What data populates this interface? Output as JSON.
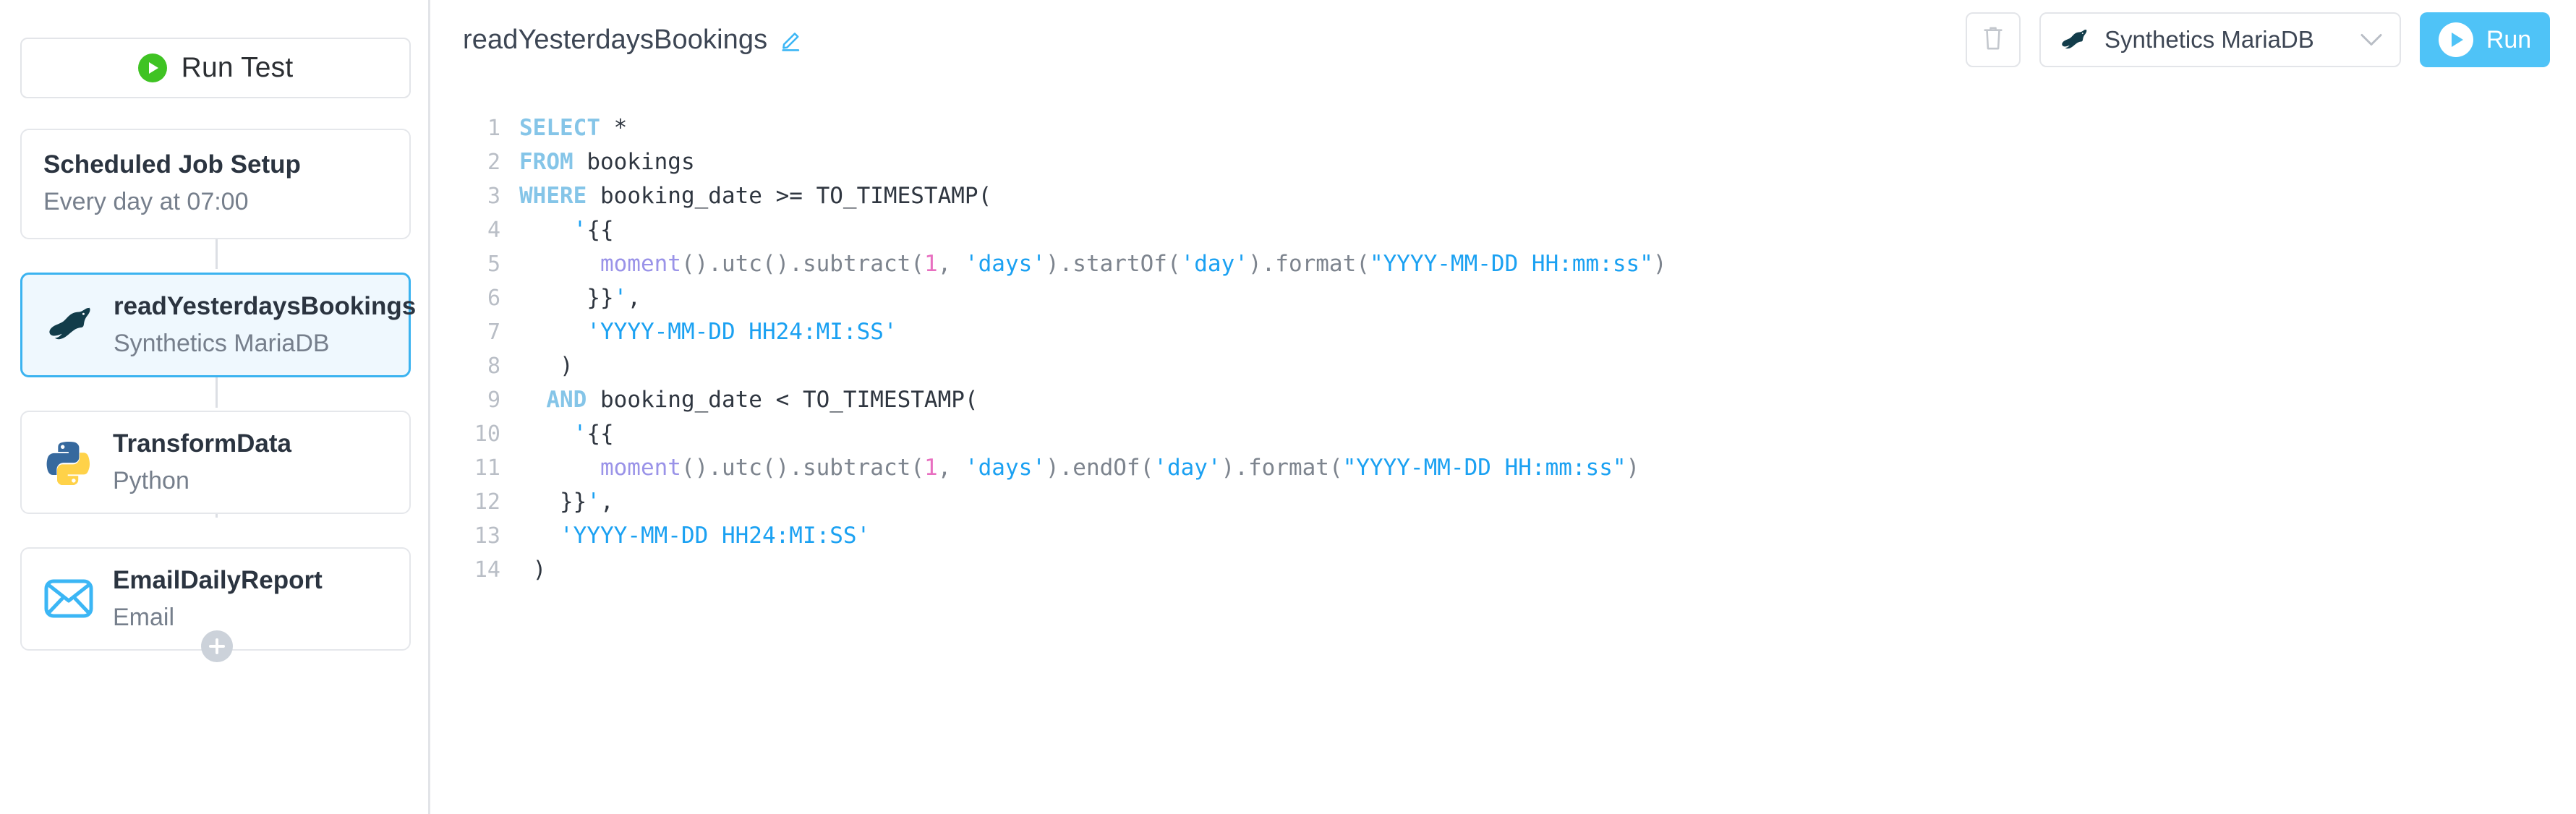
{
  "sidebar": {
    "run_test_button": {
      "label": "Run Test",
      "icon": "play-circle-icon"
    },
    "schedule_card": {
      "title": "Scheduled Job Setup",
      "subtitle": "Every day at 07:00"
    },
    "nodes": [
      {
        "title": "readYesterdaysBookings",
        "subtitle": "Synthetics MariaDB",
        "icon": "mariadb-seal-icon",
        "selected": true
      },
      {
        "title": "TransformData",
        "subtitle": "Python",
        "icon": "python-icon",
        "selected": false
      },
      {
        "title": "EmailDailyReport",
        "subtitle": "Email",
        "icon": "envelope-icon",
        "selected": false
      }
    ],
    "add_node_button": {
      "label": "+",
      "icon": "plus-circle-icon"
    }
  },
  "header": {
    "title": "readYesterdaysBookings",
    "edit_icon": "pencil-icon",
    "delete_icon": "trash-icon",
    "connection": {
      "label": "Synthetics MariaDB",
      "icon": "mariadb-seal-icon",
      "chevron": "chevron-down-icon"
    },
    "run_button": {
      "label": "Run",
      "icon": "play-circle-icon"
    }
  },
  "colors": {
    "accent_blue": "#4fc3f7",
    "selected_border": "#3bb3f0",
    "selected_bg": "#eff8fe",
    "green": "#3fc323",
    "keyword": "#85c5e8",
    "string": "#1ba1f2",
    "function": "#9a93e8",
    "number": "#e86fc0"
  },
  "editor": {
    "language": "sql",
    "line_count": 14,
    "lines": [
      {
        "n": "1",
        "tokens": [
          {
            "t": "SELECT",
            "c": "kw"
          },
          {
            "t": " *",
            "c": "plain"
          }
        ]
      },
      {
        "n": "2",
        "tokens": [
          {
            "t": "FROM",
            "c": "kw"
          },
          {
            "t": " bookings",
            "c": "plain"
          }
        ]
      },
      {
        "n": "3",
        "tokens": [
          {
            "t": "WHERE",
            "c": "kw"
          },
          {
            "t": " booking_date >= TO_TIMESTAMP(",
            "c": "plain"
          }
        ]
      },
      {
        "n": "4",
        "tokens": [
          {
            "t": "    ",
            "c": "plain"
          },
          {
            "t": "'",
            "c": "str"
          },
          {
            "t": "{{",
            "c": "plain"
          }
        ]
      },
      {
        "n": "5",
        "tokens": [
          {
            "t": "      ",
            "c": "plain"
          },
          {
            "t": "moment",
            "c": "fn"
          },
          {
            "t": "()",
            "c": "pun"
          },
          {
            "t": ".",
            "c": "pun"
          },
          {
            "t": "utc",
            "c": "pun"
          },
          {
            "t": "()",
            "c": "pun"
          },
          {
            "t": ".",
            "c": "pun"
          },
          {
            "t": "subtract",
            "c": "pun"
          },
          {
            "t": "(",
            "c": "pun"
          },
          {
            "t": "1",
            "c": "num"
          },
          {
            "t": ", ",
            "c": "pun"
          },
          {
            "t": "'days'",
            "c": "str"
          },
          {
            "t": ")",
            "c": "pun"
          },
          {
            "t": ".",
            "c": "pun"
          },
          {
            "t": "startOf",
            "c": "pun"
          },
          {
            "t": "(",
            "c": "pun"
          },
          {
            "t": "'day'",
            "c": "str"
          },
          {
            "t": ")",
            "c": "pun"
          },
          {
            "t": ".",
            "c": "pun"
          },
          {
            "t": "format",
            "c": "pun"
          },
          {
            "t": "(",
            "c": "pun"
          },
          {
            "t": "\"YYYY-MM-DD HH:mm:ss\"",
            "c": "str"
          },
          {
            "t": ")",
            "c": "pun"
          }
        ]
      },
      {
        "n": "6",
        "tokens": [
          {
            "t": "     }}",
            "c": "plain"
          },
          {
            "t": "'",
            "c": "str"
          },
          {
            "t": ",",
            "c": "plain"
          }
        ]
      },
      {
        "n": "7",
        "tokens": [
          {
            "t": "     ",
            "c": "plain"
          },
          {
            "t": "'YYYY-MM-DD HH24:MI:SS'",
            "c": "str"
          }
        ]
      },
      {
        "n": "8",
        "tokens": [
          {
            "t": "   )",
            "c": "plain"
          }
        ]
      },
      {
        "n": "9",
        "tokens": [
          {
            "t": "  ",
            "c": "plain"
          },
          {
            "t": "AND",
            "c": "kw"
          },
          {
            "t": " booking_date < TO_TIMESTAMP(",
            "c": "plain"
          }
        ]
      },
      {
        "n": "10",
        "tokens": [
          {
            "t": "    ",
            "c": "plain"
          },
          {
            "t": "'",
            "c": "str"
          },
          {
            "t": "{{",
            "c": "plain"
          }
        ]
      },
      {
        "n": "11",
        "tokens": [
          {
            "t": "      ",
            "c": "plain"
          },
          {
            "t": "moment",
            "c": "fn"
          },
          {
            "t": "()",
            "c": "pun"
          },
          {
            "t": ".",
            "c": "pun"
          },
          {
            "t": "utc",
            "c": "pun"
          },
          {
            "t": "()",
            "c": "pun"
          },
          {
            "t": ".",
            "c": "pun"
          },
          {
            "t": "subtract",
            "c": "pun"
          },
          {
            "t": "(",
            "c": "pun"
          },
          {
            "t": "1",
            "c": "num"
          },
          {
            "t": ", ",
            "c": "pun"
          },
          {
            "t": "'days'",
            "c": "str"
          },
          {
            "t": ")",
            "c": "pun"
          },
          {
            "t": ".",
            "c": "pun"
          },
          {
            "t": "endOf",
            "c": "pun"
          },
          {
            "t": "(",
            "c": "pun"
          },
          {
            "t": "'day'",
            "c": "str"
          },
          {
            "t": ")",
            "c": "pun"
          },
          {
            "t": ".",
            "c": "pun"
          },
          {
            "t": "format",
            "c": "pun"
          },
          {
            "t": "(",
            "c": "pun"
          },
          {
            "t": "\"YYYY-MM-DD HH:mm:ss\"",
            "c": "str"
          },
          {
            "t": ")",
            "c": "pun"
          }
        ]
      },
      {
        "n": "12",
        "tokens": [
          {
            "t": "   }}",
            "c": "plain"
          },
          {
            "t": "'",
            "c": "str"
          },
          {
            "t": ",",
            "c": "plain"
          }
        ]
      },
      {
        "n": "13",
        "tokens": [
          {
            "t": "   ",
            "c": "plain"
          },
          {
            "t": "'YYYY-MM-DD HH24:MI:SS'",
            "c": "str"
          }
        ]
      },
      {
        "n": "14",
        "tokens": [
          {
            "t": " )",
            "c": "plain"
          }
        ]
      }
    ],
    "full_text": "SELECT *\nFROM bookings\nWHERE booking_date >= TO_TIMESTAMP(\n    '{{\n      moment().utc().subtract(1, 'days').startOf('day').format(\"YYYY-MM-DD HH:mm:ss\")\n     }}',\n     'YYYY-MM-DD HH24:MI:SS'\n   )\n  AND booking_date < TO_TIMESTAMP(\n    '{{\n      moment().utc().subtract(1, 'days').endOf('day').format(\"YYYY-MM-DD HH:mm:ss\")\n   }}',\n   'YYYY-MM-DD HH24:MI:SS'\n )"
  }
}
